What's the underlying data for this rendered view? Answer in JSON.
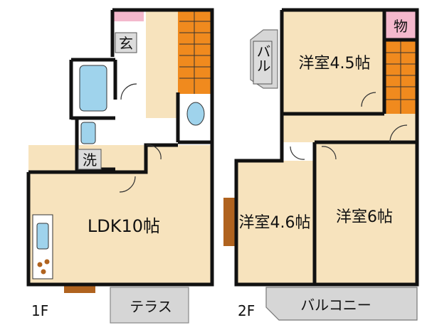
{
  "floors": {
    "first": {
      "floor_label": "1F",
      "rooms": {
        "entrance": "玄",
        "washroom": "洗",
        "ldk": "LDK10帖",
        "terrace": "テラス"
      }
    },
    "second": {
      "floor_label": "2F",
      "rooms": {
        "balcony_small": "バル",
        "western_room_a": "洋室4.5帖",
        "storage": "物",
        "western_room_b": "洋室4.6帖",
        "western_room_c": "洋室6帖",
        "balcony": "バルコニー"
      }
    }
  },
  "colors": {
    "floor_fill": "#f7e3bd",
    "wet_fill": "#ffffff",
    "wall": "#111111",
    "stairs": "#f08a1e",
    "bath_fixture": "#9fd3ec",
    "terrace_fill": "#d6d6d6",
    "storage_accent": "#f4b8cc",
    "window_frame": "#b0631f",
    "label_box": "#dcdcdc"
  }
}
